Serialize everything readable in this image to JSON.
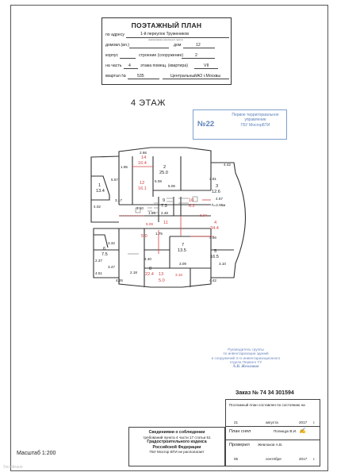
{
  "header": {
    "title": "ПОЭТАЖНЫЙ ПЛАН",
    "address_label": "по адресу",
    "address_value": "1-й переулок Тружеников",
    "address_hint": "(наименование населенного пункта)",
    "house_label": "домовл.(вл.)",
    "house_no_label": "дом",
    "house_no_value": "12",
    "building_label": "корпус",
    "structure_label": "строение (сооружение)",
    "structure_value": "2",
    "floor_label": "на часть",
    "floor_value": "4",
    "floor_room_label": "этажа помещ. (квартира)",
    "room_value": "VII",
    "quarter_label": "квартал №",
    "quarter_value": "535",
    "district_value": "ЦентральныйАО г.Москвы"
  },
  "floor_title": "4 ЭТАЖ",
  "stamp_22": {
    "number": "№22",
    "line1": "Первое территориальное",
    "line2": "управление",
    "line3": "ГБУ МосгорБТИ"
  },
  "plan": {
    "rooms": [
      {
        "id": "r1",
        "num": "1",
        "area": "13.4"
      },
      {
        "id": "r2",
        "num": "2",
        "area": "25.0"
      },
      {
        "id": "r3",
        "num": "3",
        "area": "12.6"
      },
      {
        "id": "r4",
        "num": "4",
        "area": "34.4"
      },
      {
        "id": "r5",
        "num": "5",
        "area": "16.5"
      },
      {
        "id": "r6",
        "num": "6",
        "area": "7.5"
      },
      {
        "id": "r7",
        "num": "7",
        "area": "13.5"
      },
      {
        "id": "r8",
        "num": "8",
        "area": "22.4"
      },
      {
        "id": "r9",
        "num": "9",
        "area": "7.3"
      },
      {
        "id": "r10",
        "num": "10",
        "area": "6.2"
      },
      {
        "id": "r11",
        "num": "11",
        "area": "5.0"
      },
      {
        "id": "r12",
        "num": "12",
        "area": "16.1"
      },
      {
        "id": "r13",
        "num": "13",
        "area": "5.0"
      },
      {
        "id": "r14",
        "num": "14",
        "area": "16.4"
      }
    ],
    "dims": [
      "2.66",
      "1.95",
      "4.02",
      "5.57",
      "3.17",
      "5.08",
      "4.42",
      "3.81",
      "5.06",
      "4.67",
      "h=2.95м",
      "2.10",
      "1.95",
      "2.48",
      "1.75",
      "9.09",
      "6.04",
      "4.56",
      "3.32",
      "2.37",
      "4.40",
      "3.09",
      "3.10",
      "4.51",
      "3.47",
      "4.25",
      "3.15",
      "4.42",
      "2.18"
    ]
  },
  "blue_stamp": {
    "line1": "Руководитель группы",
    "line2": "по инвентаризации зданий",
    "line3": "и сооружений 3-го инвентаризационного",
    "line4": "отдела Первого ТУ",
    "signer": "А.В. Жевлоков"
  },
  "order": "Заказ № 74 34 301594",
  "cert": {
    "line1": "Поэтажный план составлен по состоянию на",
    "date1_day": "21",
    "date1_month": "августа",
    "date1_year": "2017",
    "plan_label": "План снял",
    "plan_name": "Полищук В.И.",
    "checked_label": "Проверил",
    "checked_name": "Жевлоков А.В.",
    "date2_day": "05",
    "date2_month": "сентября",
    "date2_year": "2017",
    "year_suffix": "г."
  },
  "note": {
    "line1": "Сведениями о соблюдении",
    "line2": "требований пункта 4 части 17 статьи 51",
    "line3": "Градостроительного кодекса",
    "line4": "Российской Федерации",
    "line5": "ГБУ  Мосгор БТИ не располагает"
  },
  "scale": "Масштаб 1:200",
  "watermark": "©ecebraun"
}
